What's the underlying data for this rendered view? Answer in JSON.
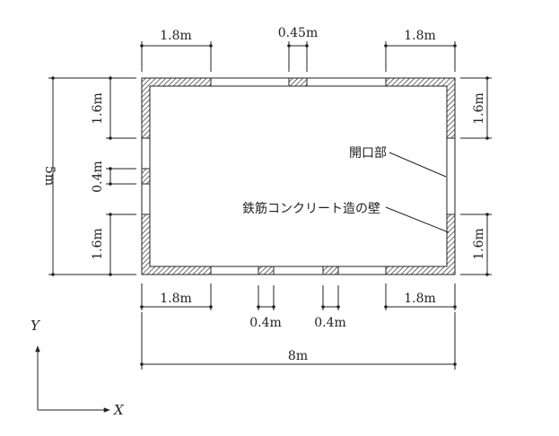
{
  "dimensions": {
    "top_left": "1.8m",
    "top_center": "0.45m",
    "top_right": "1.8m",
    "bottom_left": "1.8m",
    "bottom_mid_left": "0.4m",
    "bottom_mid_right": "0.4m",
    "bottom_right": "1.8m",
    "overall_width": "8m",
    "overall_height": "5m",
    "left_top": "1.6m",
    "left_middle": "0.4m",
    "left_bottom": "1.6m",
    "right_top": "1.6m",
    "right_bottom": "1.6m"
  },
  "labels": {
    "opening": "開口部",
    "rc_wall": "鉄筋コンクリート造の壁"
  },
  "axes": {
    "x": "X",
    "y": "Y"
  }
}
